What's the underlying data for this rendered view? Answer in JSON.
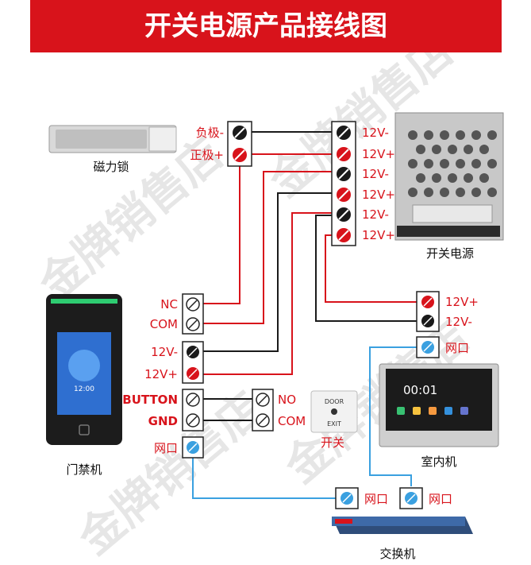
{
  "title": "开关电源产品接线图",
  "colors": {
    "banner": "#d8131b",
    "wire_red": "#d8131b",
    "wire_black": "#1a1a1a",
    "wire_blue": "#3aa0e0",
    "label_red": "#d8131b"
  },
  "watermark": "金牌销售店",
  "devices": {
    "maglock": "磁力锁",
    "power_supply": "开关电源",
    "access_terminal": "门禁机",
    "indoor_monitor": "室内机",
    "exit_button": "开关",
    "switch": "交换机"
  },
  "terminals": {
    "lock_neg": "负极-",
    "lock_pos": "正极+",
    "psu_1": "12V-",
    "psu_2": "12V+",
    "psu_3": "12V-",
    "psu_4": "12V+",
    "psu_5": "12V-",
    "psu_6": "12V+",
    "term_nc": "NC",
    "term_com": "COM",
    "term_12v_neg": "12V-",
    "term_12v_pos": "12V+",
    "term_button": "BUTTON",
    "term_gnd": "GND",
    "term_net": "网口",
    "btn_no": "NO",
    "btn_com": "COM",
    "mon_12v_pos": "12V+",
    "mon_12v_neg": "12V-",
    "mon_net": "网口",
    "sw_net_1": "网口",
    "sw_net_2": "网口"
  },
  "screen_text": {
    "terminal_time": "12:00",
    "monitor_time": "00:01",
    "exit_door": "DOOR",
    "exit_exit": "EXIT"
  }
}
